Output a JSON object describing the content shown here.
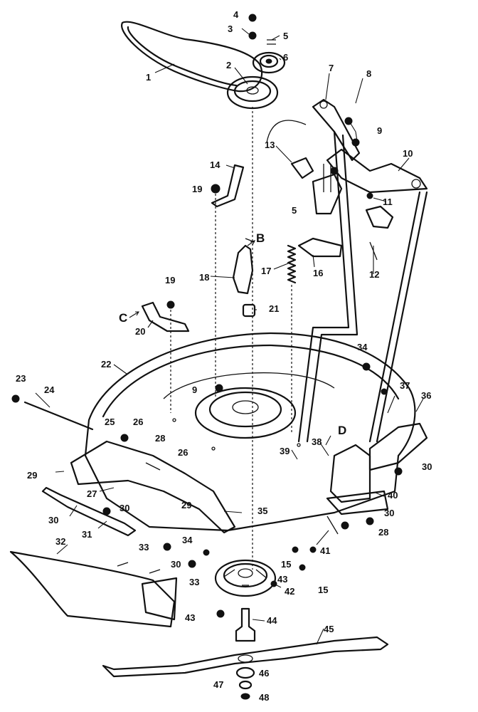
{
  "diagram": {
    "callouts": [
      "1",
      "2",
      "3",
      "4",
      "5",
      "6",
      "7",
      "8",
      "9",
      "10",
      "11",
      "12",
      "13",
      "14",
      "15",
      "16",
      "17",
      "18",
      "19",
      "20",
      "21",
      "22",
      "23",
      "24",
      "25",
      "26",
      "27",
      "28",
      "29",
      "30",
      "31",
      "32",
      "33",
      "34",
      "35",
      "36",
      "37",
      "38",
      "39",
      "40",
      "41",
      "42",
      "43",
      "44",
      "45",
      "46",
      "47",
      "48"
    ],
    "reference_letters": [
      "B",
      "C",
      "D"
    ]
  }
}
